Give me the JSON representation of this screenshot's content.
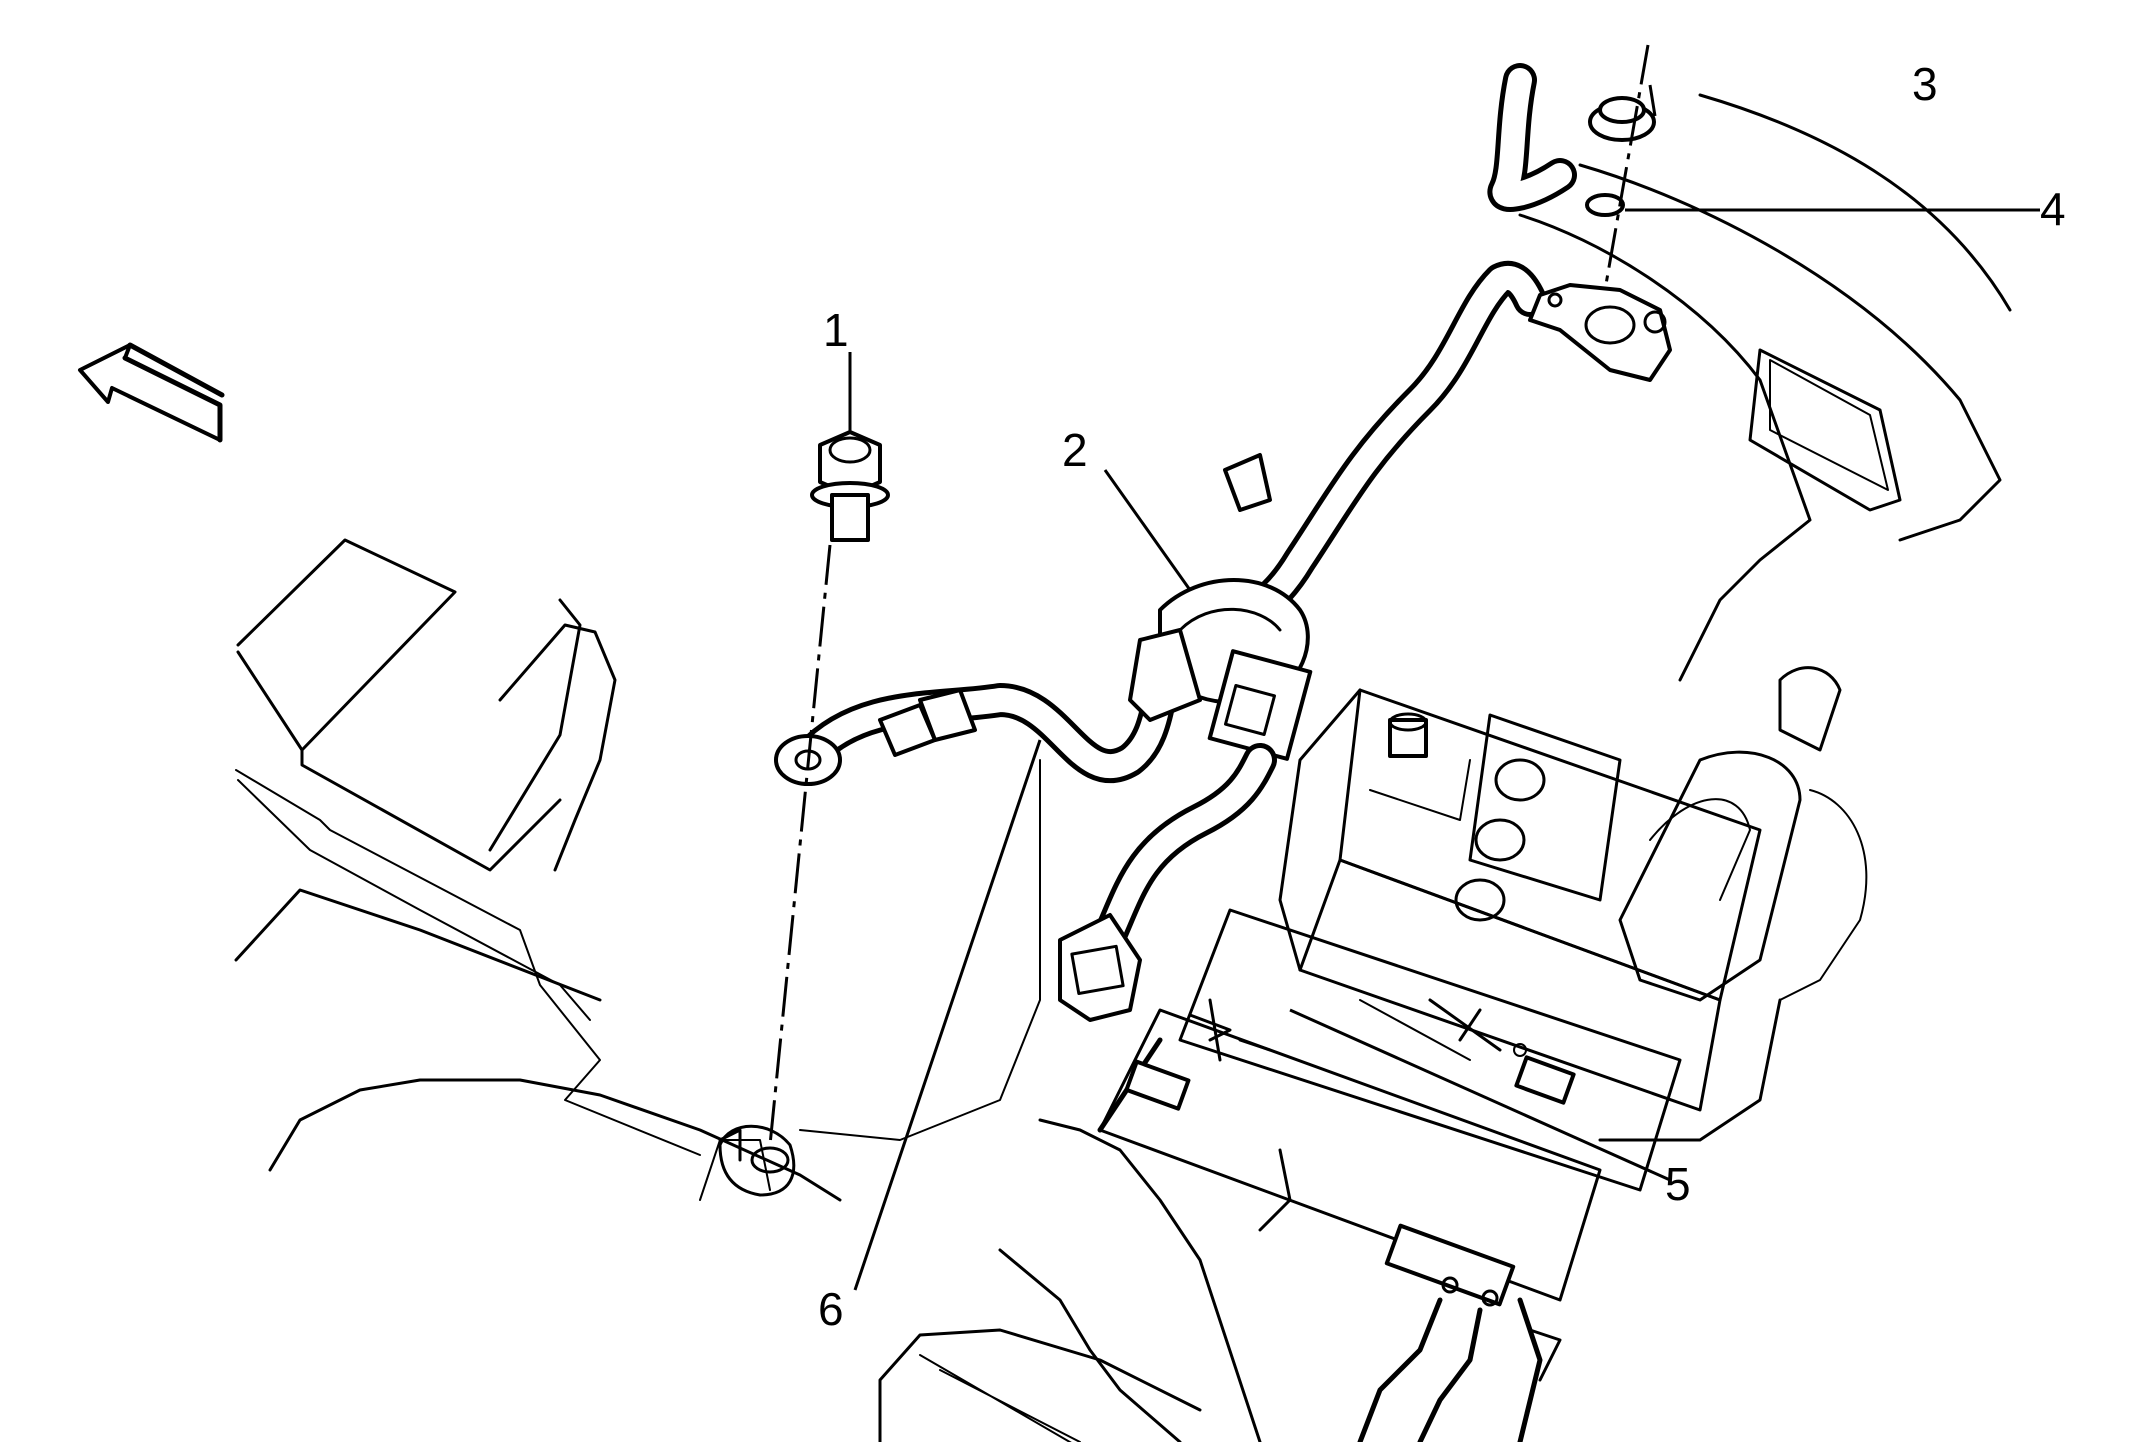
{
  "callouts": {
    "c1": "1",
    "c2": "2",
    "c3": "3",
    "c4": "4",
    "c5": "5",
    "c6": "6"
  },
  "icons": {
    "direction_arrow": "arrow-up-left-icon"
  },
  "colors": {
    "line": "#000000",
    "background": "#ffffff"
  }
}
